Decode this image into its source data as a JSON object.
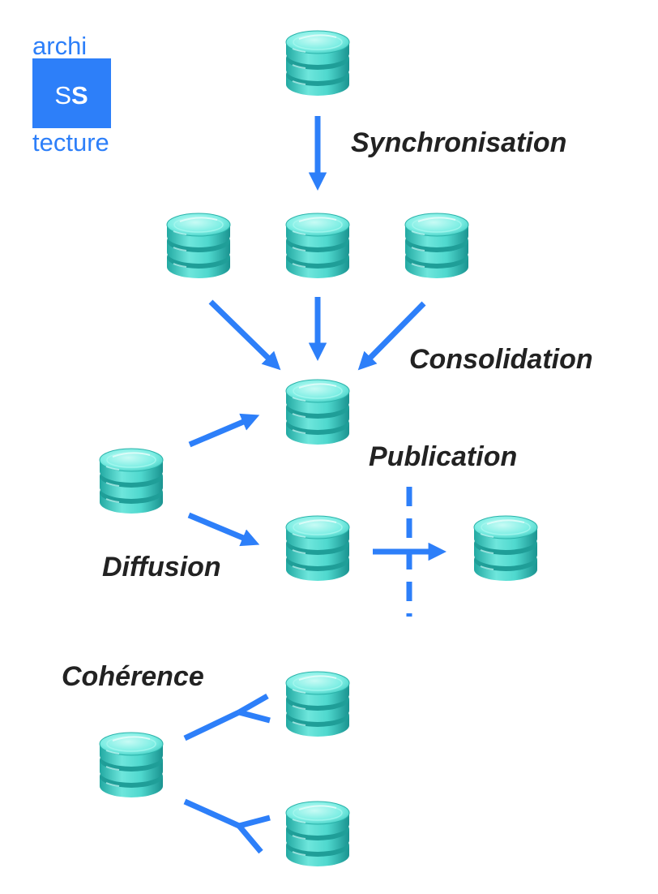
{
  "logo": {
    "top": "archi",
    "middle_light": "S",
    "middle_bold": "S",
    "bottom": "tecture",
    "color": "#2d7ff9"
  },
  "labels": {
    "synchronisation": "Synchronisation",
    "consolidation": "Consolidation",
    "publication": "Publication",
    "diffusion": "Diffusion",
    "coherence": "Cohérence"
  },
  "colors": {
    "arrow": "#2d7ff9",
    "database_light": "#8ef0e6",
    "database_mid": "#3fd0c6",
    "database_dark": "#1a9a94",
    "label": "#222222"
  },
  "icons": {
    "database": "database-icon"
  }
}
